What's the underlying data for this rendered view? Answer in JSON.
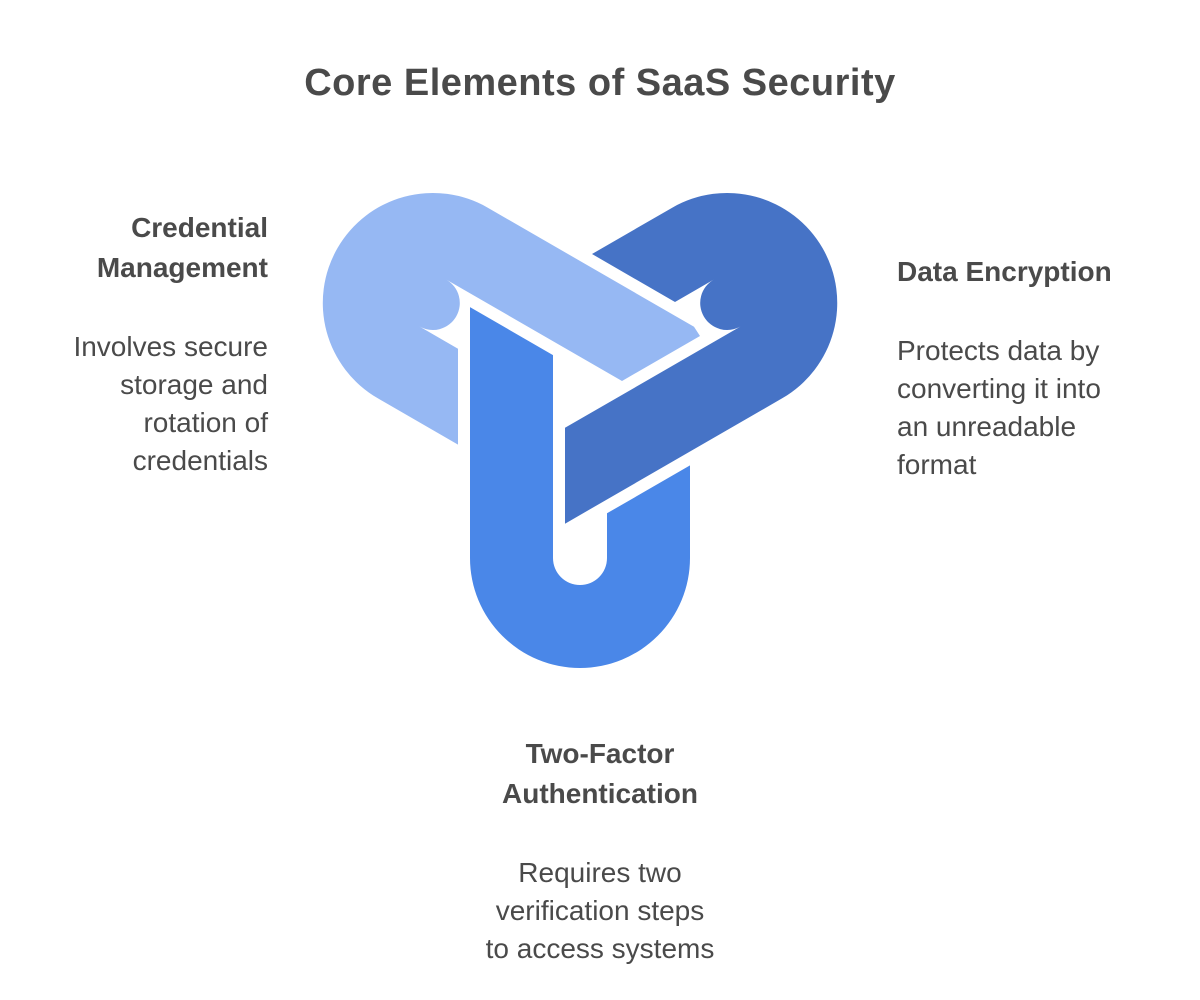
{
  "title": "Core Elements of SaaS Security",
  "colors": {
    "light_blue": "#96b8f3",
    "bright_blue": "#4a87e8",
    "dark_blue": "#4673c6",
    "text": "#4a4a4a"
  },
  "nodes": {
    "credential": {
      "heading": "Credential\nManagement",
      "body": "Involves secure\nstorage and\nrotation of\ncredentials"
    },
    "encryption": {
      "heading": "Data Encryption",
      "body": "Protects data by\nconverting it into\nan unreadable\nformat"
    },
    "two_factor": {
      "heading": "Two-Factor\nAuthentication",
      "body": "Requires two\nverification steps\nto access systems"
    }
  }
}
